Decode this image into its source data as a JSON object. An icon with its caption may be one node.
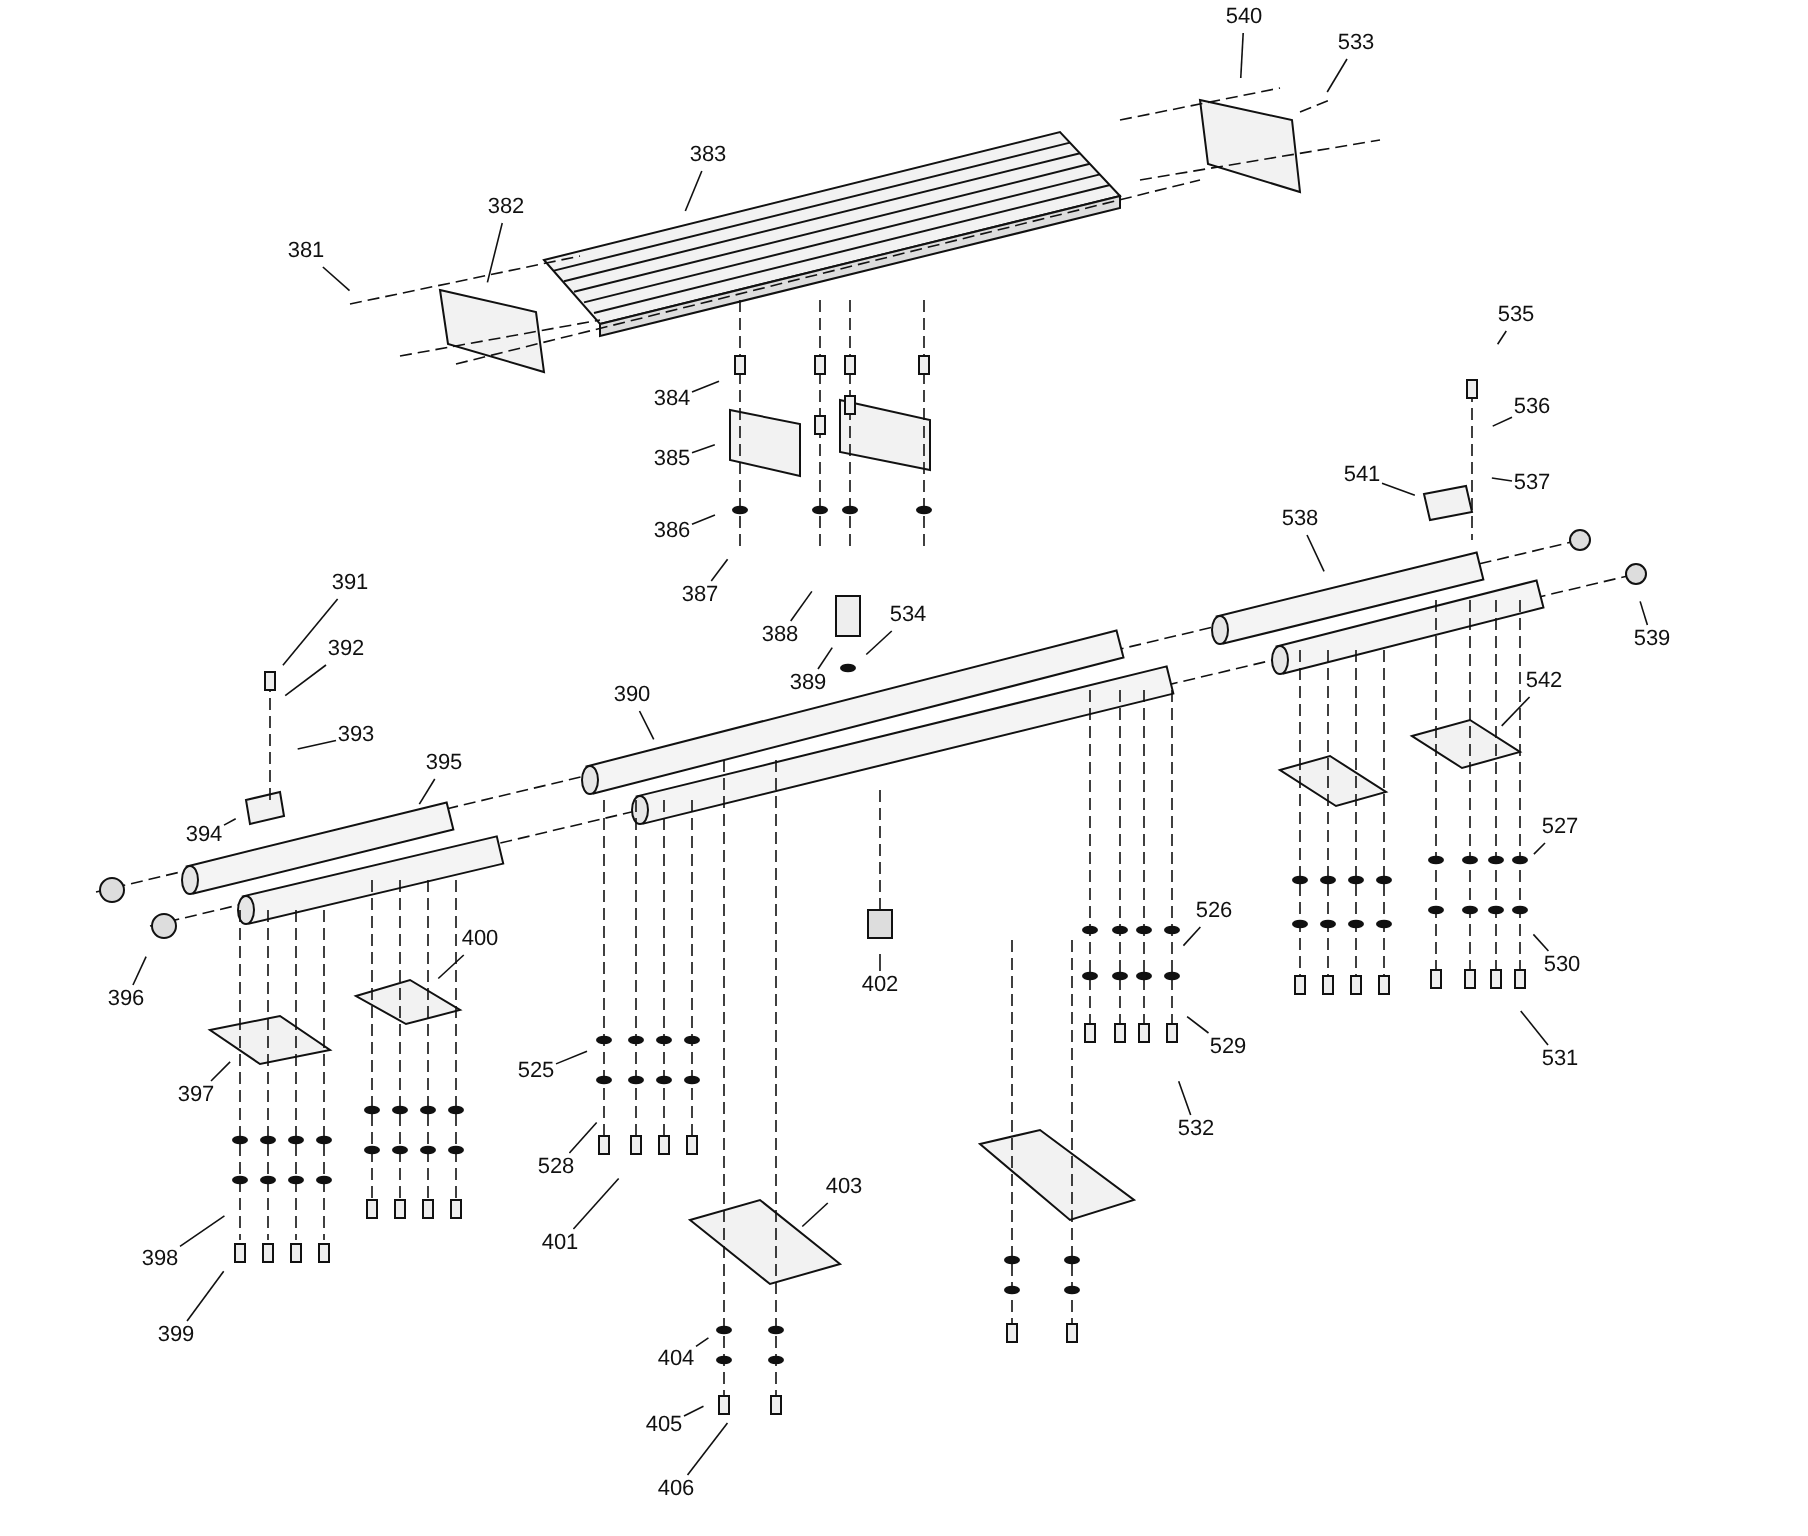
{
  "diagram": {
    "nodes": [
      {
        "text": [
          "540"
        ]
      },
      {
        "text": [
          "533"
        ]
      },
      {
        "text": [
          "383"
        ]
      },
      {
        "text": [
          "382"
        ]
      },
      {
        "text": [
          "381"
        ]
      },
      {
        "text": [
          "535"
        ]
      },
      {
        "text": [
          "384"
        ]
      },
      {
        "text": [
          "536"
        ]
      },
      {
        "text": [
          "385"
        ]
      },
      {
        "text": [
          "541"
        ]
      },
      {
        "text": [
          "537"
        ]
      },
      {
        "text": [
          "538"
        ]
      },
      {
        "text": [
          "386"
        ]
      },
      {
        "text": [
          "391"
        ]
      },
      {
        "text": [
          "387"
        ]
      },
      {
        "text": [
          "388"
        ]
      },
      {
        "text": [
          "539"
        ]
      },
      {
        "text": [
          "534"
        ]
      },
      {
        "text": [
          "392"
        ]
      },
      {
        "text": [
          "389"
        ]
      },
      {
        "text": [
          "390"
        ]
      },
      {
        "text": [
          "542"
        ]
      },
      {
        "text": [
          "393"
        ]
      },
      {
        "text": [
          "395"
        ]
      },
      {
        "text": [
          "527"
        ]
      },
      {
        "text": [
          "394"
        ]
      },
      {
        "text": [
          "402"
        ]
      },
      {
        "text": [
          "526"
        ]
      },
      {
        "text": [
          "400"
        ]
      },
      {
        "text": [
          "530"
        ]
      },
      {
        "text": [
          "396"
        ]
      },
      {
        "text": [
          "529"
        ]
      },
      {
        "text": [
          "525"
        ]
      },
      {
        "text": [
          "531"
        ]
      },
      {
        "text": [
          "397"
        ]
      },
      {
        "text": [
          "532"
        ]
      },
      {
        "text": [
          "528"
        ]
      },
      {
        "text": [
          "403"
        ]
      },
      {
        "text": [
          "401"
        ]
      },
      {
        "text": [
          "398"
        ]
      },
      {
        "text": [
          "399"
        ]
      },
      {
        "text": [
          "404"
        ]
      },
      {
        "text": [
          "405"
        ]
      },
      {
        "text": [
          "406"
        ]
      }
    ],
    "edges": [
      {
        "from": 0,
        "to": null,
        "arrow": "none"
      },
      {
        "from": 1,
        "to": null,
        "arrow": "none"
      },
      {
        "from": 2,
        "to": null,
        "arrow": "none"
      },
      {
        "from": 3,
        "to": null,
        "arrow": "none"
      },
      {
        "from": 4,
        "to": null,
        "arrow": "none"
      },
      {
        "from": 5,
        "to": null,
        "arrow": "none"
      },
      {
        "from": 6,
        "to": null,
        "arrow": "none"
      },
      {
        "from": 7,
        "to": null,
        "arrow": "none"
      },
      {
        "from": 8,
        "to": null,
        "arrow": "none"
      },
      {
        "from": 9,
        "to": null,
        "arrow": "none"
      },
      {
        "from": 10,
        "to": null,
        "arrow": "none"
      },
      {
        "from": 11,
        "to": null,
        "arrow": "none"
      },
      {
        "from": 12,
        "to": null,
        "arrow": "none"
      },
      {
        "from": 13,
        "to": null,
        "arrow": "none"
      },
      {
        "from": 14,
        "to": null,
        "arrow": "none"
      },
      {
        "from": 15,
        "to": null,
        "arrow": "none"
      },
      {
        "from": 16,
        "to": null,
        "arrow": "none"
      },
      {
        "from": 17,
        "to": null,
        "arrow": "none"
      },
      {
        "from": 18,
        "to": null,
        "arrow": "none"
      },
      {
        "from": 19,
        "to": null,
        "arrow": "none"
      },
      {
        "from": 20,
        "to": null,
        "arrow": "none"
      },
      {
        "from": 21,
        "to": null,
        "arrow": "none"
      },
      {
        "from": 22,
        "to": null,
        "arrow": "none"
      },
      {
        "from": 23,
        "to": null,
        "arrow": "none"
      },
      {
        "from": 24,
        "to": null,
        "arrow": "none"
      },
      {
        "from": 25,
        "to": null,
        "arrow": "none"
      },
      {
        "from": 26,
        "to": null,
        "arrow": "none"
      },
      {
        "from": 27,
        "to": null,
        "arrow": "none"
      },
      {
        "from": 28,
        "to": null,
        "arrow": "none"
      },
      {
        "from": 29,
        "to": null,
        "arrow": "none"
      },
      {
        "from": 30,
        "to": null,
        "arrow": "none"
      },
      {
        "from": 31,
        "to": null,
        "arrow": "none"
      },
      {
        "from": 32,
        "to": null,
        "arrow": "none"
      },
      {
        "from": 33,
        "to": null,
        "arrow": "none"
      },
      {
        "from": 34,
        "to": null,
        "arrow": "none"
      },
      {
        "from": 35,
        "to": null,
        "arrow": "none"
      },
      {
        "from": 36,
        "to": null,
        "arrow": "none"
      },
      {
        "from": 37,
        "to": null,
        "arrow": "none"
      },
      {
        "from": 38,
        "to": null,
        "arrow": "none"
      },
      {
        "from": 39,
        "to": null,
        "arrow": "none"
      },
      {
        "from": 40,
        "to": null,
        "arrow": "none"
      },
      {
        "from": 41,
        "to": null,
        "arrow": "none"
      },
      {
        "from": 42,
        "to": null,
        "arrow": "none"
      },
      {
        "from": 43,
        "to": null,
        "arrow": "none"
      }
    ]
  }
}
